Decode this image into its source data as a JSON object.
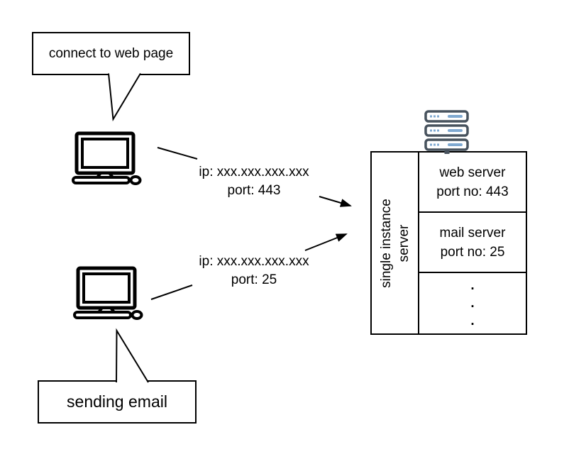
{
  "colors": {
    "ink": "#000000",
    "background": "#ffffff",
    "rack_outline": "#47525d",
    "rack_accent": "#7fa9d1"
  },
  "web_flow": {
    "bubble": "connect to web page",
    "ip": "ip: xxx.xxx.xxx.xxx",
    "port": "port: 443"
  },
  "mail_flow": {
    "bubble": "sending email",
    "ip": "ip: xxx.xxx.xxx.xxx",
    "port": "port: 25"
  },
  "server": {
    "side_label": [
      "single instance",
      "server"
    ],
    "cells": [
      {
        "title": "web server",
        "port": "port no: 443"
      },
      {
        "title": "mail server",
        "port": "port no: 25"
      }
    ],
    "ellipsis": [
      ".",
      ".",
      "."
    ]
  },
  "icons": {
    "client_web": "desktop-computer-icon",
    "client_mail": "desktop-computer-icon",
    "server_rack": "server-rack-icon"
  }
}
